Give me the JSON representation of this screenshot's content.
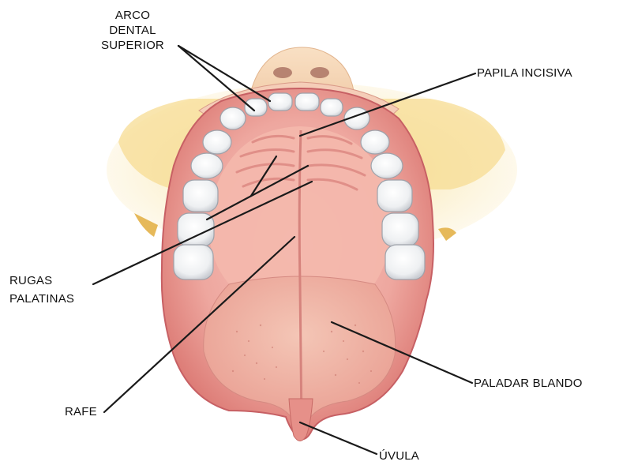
{
  "diagram": {
    "labels": {
      "arco_line1": "ARCO",
      "arco_line2": "DENTAL",
      "arco_line3": "SUPERIOR",
      "papila": "PAPILA INCISIVA",
      "rugas_line1": "RUGAS",
      "rugas_line2": "PALATINAS",
      "rafe": "RAFE",
      "paladar_blando": "PALADAR BLANDO",
      "uvula": "ÚVULA"
    }
  }
}
